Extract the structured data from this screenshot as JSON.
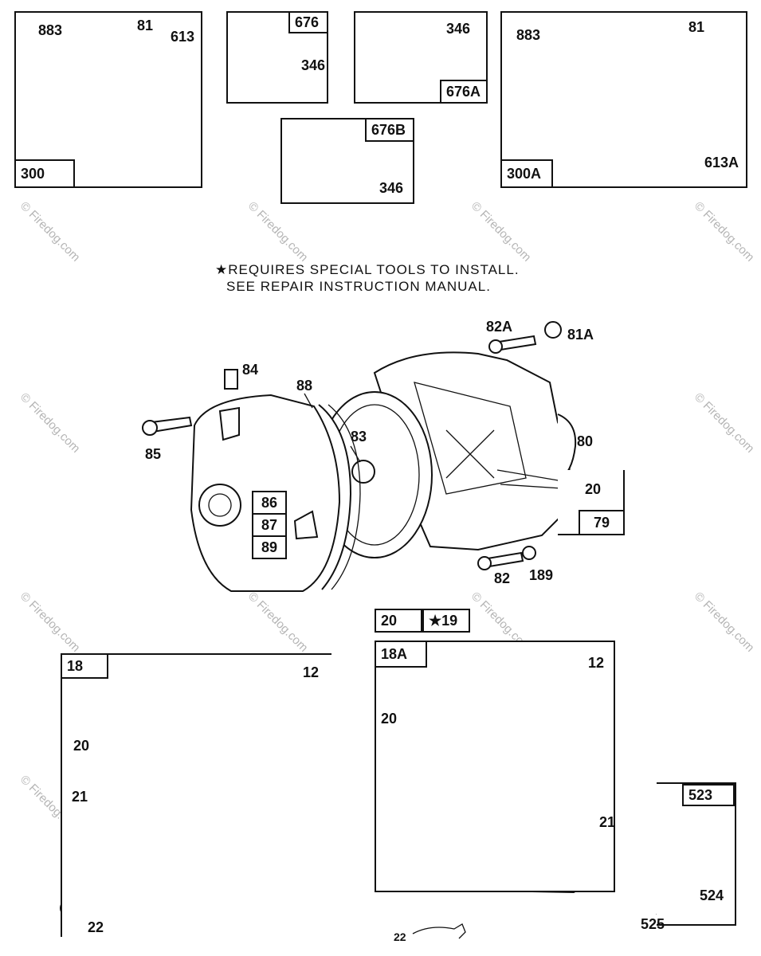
{
  "watermark": "© Firedog.com",
  "note": {
    "line1": "★REQUIRES SPECIAL TOOLS TO INSTALL.",
    "line2": "SEE REPAIR INSTRUCTION MANUAL."
  },
  "panels": {
    "p300": {
      "tag": "300",
      "labels": [
        "883",
        "81",
        "613"
      ]
    },
    "p676": {
      "tag": "676",
      "labels": [
        "346"
      ]
    },
    "p676a": {
      "tag": "676A",
      "labels": [
        "346"
      ]
    },
    "p676b": {
      "tag": "676B",
      "labels": [
        "346"
      ]
    },
    "p300a": {
      "tag": "300A",
      "labels": [
        "883",
        "81",
        "613A"
      ]
    },
    "p18": {
      "tag": "18",
      "labels": [
        "12",
        "20",
        "21",
        "22"
      ]
    },
    "p18a": {
      "tag": "18A",
      "labels": [
        "12",
        "20",
        "21"
      ],
      "head": [
        "20",
        "★19"
      ]
    },
    "p523": {
      "tag": "523",
      "labels": [
        "524",
        "525"
      ]
    }
  },
  "middle": {
    "labels": {
      "l82a": "82A",
      "l81a": "81A",
      "l84": "84",
      "l88": "88",
      "l85": "85",
      "l83": "83",
      "l80": "80",
      "l20": "20",
      "l79": "79",
      "l82": "82",
      "l189": "189"
    },
    "stack": [
      "86",
      "87",
      "89"
    ]
  },
  "footer": {
    "partial": "22"
  }
}
